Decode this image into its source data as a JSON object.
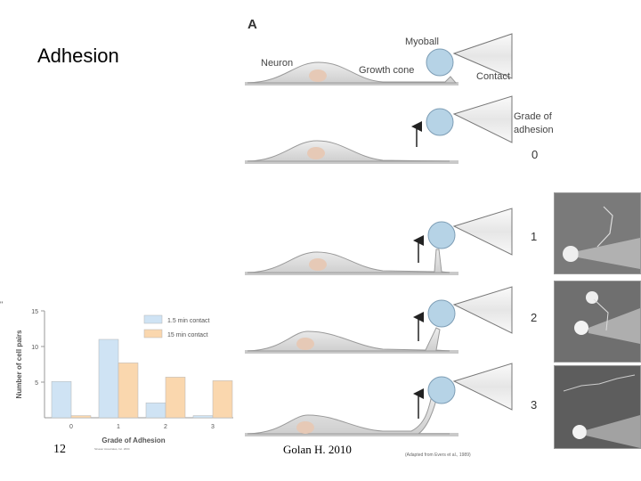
{
  "slide": {
    "title": "Adhesion",
    "number": "12",
    "credit": "Golan H. 2010",
    "source": "(Adapted from Evers et al., 1989)",
    "page_mark": "\""
  },
  "diagram": {
    "panel_label": "A",
    "labels": {
      "neuron": "Neuron",
      "myoball": "Myoball",
      "growth_cone": "Growth cone",
      "contact": "Contact",
      "grade_of_adhesion": [
        "Grade of",
        "adhesion"
      ]
    },
    "grades": [
      "0",
      "1",
      "2",
      "3"
    ]
  },
  "chart_data": {
    "type": "bar",
    "categories": [
      "0",
      "1",
      "2",
      "3"
    ],
    "series": [
      {
        "name": "1.5 min contact",
        "values": [
          5.1,
          11.0,
          2.1,
          0.3
        ]
      },
      {
        "name": "15 min contact",
        "values": [
          0.3,
          7.7,
          5.7,
          5.2
        ]
      }
    ],
    "xlabel": "Grade of Adhesion",
    "ylabel": "Number of cell pairs",
    "yticks": [
      5,
      10,
      15
    ],
    "ylim": [
      0,
      15
    ],
    "legend_position": "top-right",
    "colors": {
      "series1": "#cfe3f4",
      "series2": "#fad7ae"
    },
    "copyright": "Sinauer Associates, Inc. 2004"
  }
}
